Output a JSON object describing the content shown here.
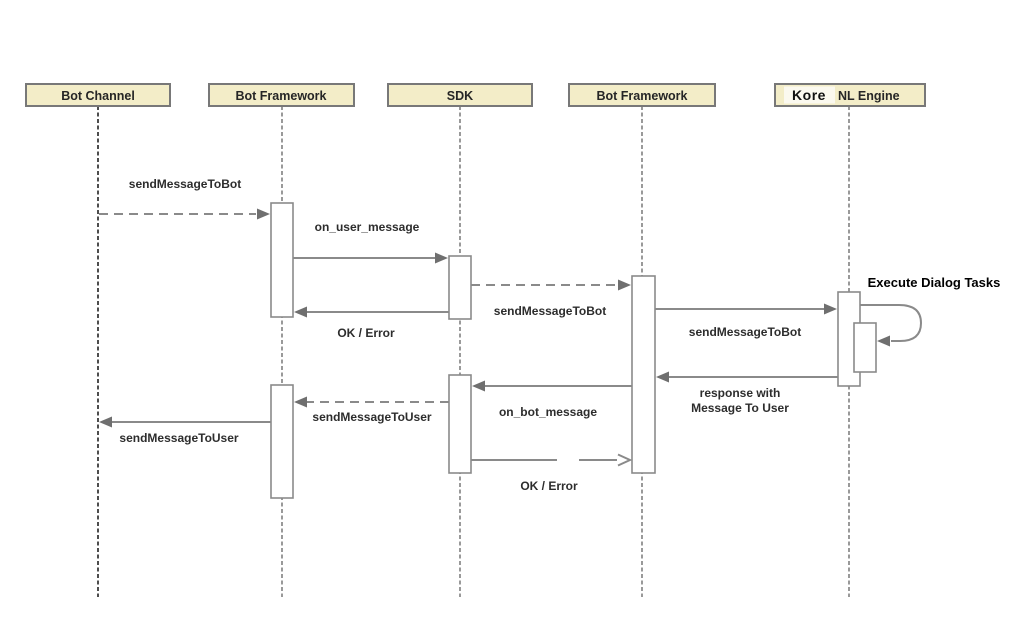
{
  "diagram": {
    "type": "uml-sequence-diagram",
    "subject": "Bot message flow between channel, framework, SDK and NL engine",
    "colors": {
      "actor_fill": "#f3edc8",
      "actor_border": "#787878",
      "activation_fill": "#ffffff",
      "line": "#8a8a8a",
      "arrowhead": "#6f6f6f",
      "label_text": "#2d2d2d",
      "annotation_text": "#000000",
      "background": "#ffffff"
    },
    "actors": [
      {
        "id": "bot-channel",
        "label": "Bot Channel"
      },
      {
        "id": "bot-framework-left",
        "label": "Bot Framework"
      },
      {
        "id": "sdk",
        "label": "SDK"
      },
      {
        "id": "bot-framework-right",
        "label": "Bot Framework"
      },
      {
        "id": "kore-nl-engine",
        "label_brand": "Kore",
        "label_suffix": "NL Engine"
      }
    ],
    "messages": [
      {
        "id": "m1",
        "label": "sendMessageToBot",
        "from": "Bot Channel",
        "to": "Bot Framework (left)",
        "line": "dashed"
      },
      {
        "id": "m2",
        "label": "on_user_message",
        "from": "Bot Framework (left)",
        "to": "SDK",
        "line": "solid"
      },
      {
        "id": "m3",
        "label": "sendMessageToBot",
        "from": "SDK",
        "to": "Bot Framework (right)",
        "line": "dashed"
      },
      {
        "id": "m4",
        "label": "OK / Error",
        "from": "SDK",
        "to": "Bot Framework (left)",
        "line": "solid"
      },
      {
        "id": "m5",
        "label": "sendMessageToBot",
        "from": "Bot Framework (right)",
        "to": "Kore NL Engine",
        "line": "solid"
      },
      {
        "id": "m6",
        "label": "Execute Dialog Tasks",
        "from": "Kore NL Engine",
        "to": "Kore NL Engine",
        "line": "self-loop"
      },
      {
        "id": "m7",
        "label_line1": "response with",
        "label_line2": "Message To User",
        "from": "Kore NL Engine",
        "to": "Bot Framework (right)",
        "line": "solid"
      },
      {
        "id": "m8",
        "label": "on_bot_message",
        "from": "Bot Framework (right)",
        "to": "SDK",
        "line": "solid"
      },
      {
        "id": "m9",
        "label": "sendMessageToUser",
        "from": "SDK",
        "to": "Bot Framework (left)",
        "line": "dashed"
      },
      {
        "id": "m10",
        "label": "sendMessageToUser",
        "from": "Bot Framework (left)",
        "to": "Bot Channel",
        "line": "solid"
      },
      {
        "id": "m11",
        "label": "OK / Error",
        "from": "SDK",
        "to": "Bot Framework (right)",
        "line": "solid"
      }
    ]
  }
}
